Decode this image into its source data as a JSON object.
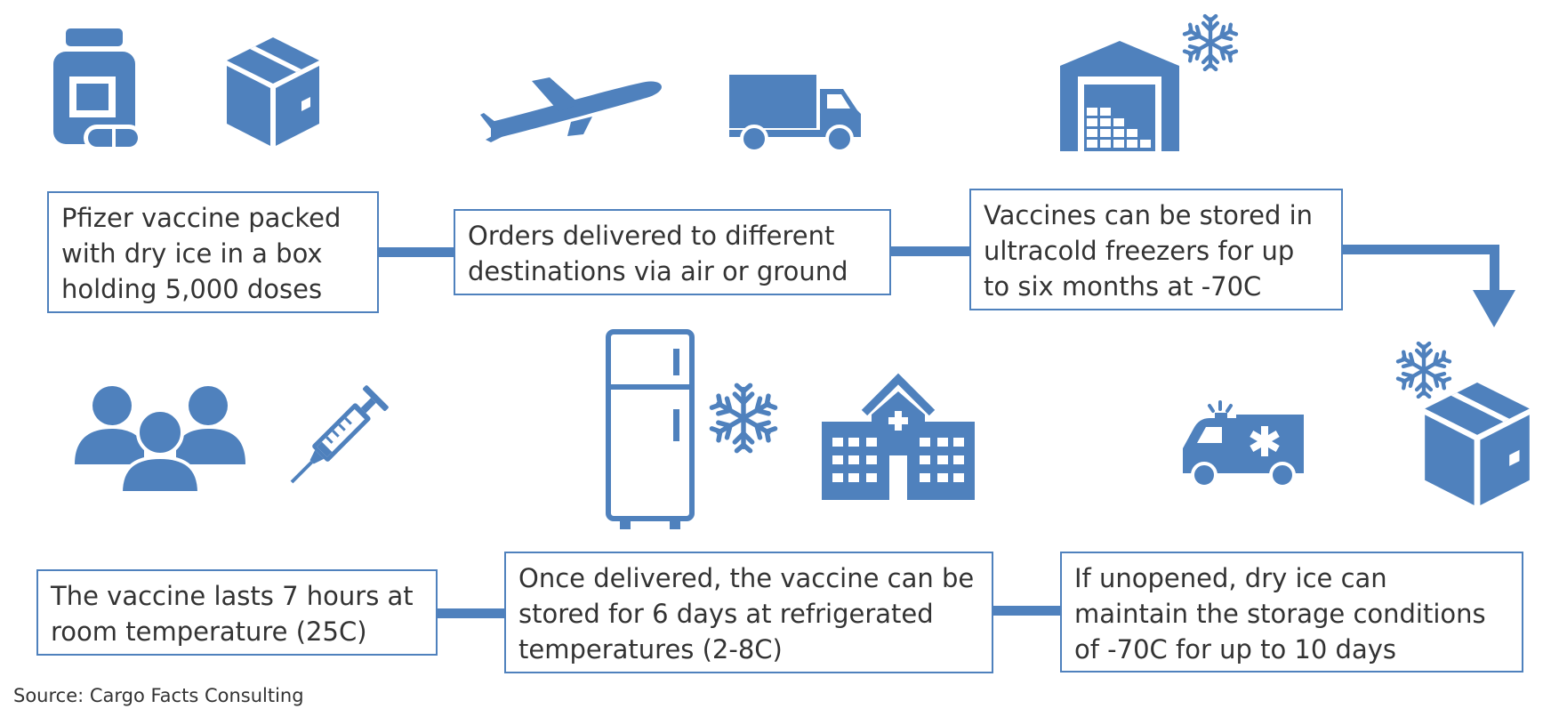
{
  "colors": {
    "accent": "#4f81bd",
    "text": "#333333",
    "background": "#ffffff"
  },
  "steps": [
    {
      "lines": [
        "Pfizer vaccine packed",
        "with dry ice in a box",
        "holding 5,000 doses"
      ],
      "icons": [
        "medicine-bottle-icon",
        "box-icon"
      ]
    },
    {
      "lines": [
        "Orders delivered to different",
        "destinations via air or ground"
      ],
      "icons": [
        "airplane-icon",
        "truck-icon"
      ]
    },
    {
      "lines": [
        "Vaccines can be stored in",
        "ultracold freezers for up",
        "to six months at -70C"
      ],
      "icons": [
        "warehouse-icon",
        "snowflake-icon"
      ]
    },
    {
      "lines": [
        "If unopened, dry ice can",
        "maintain the storage conditions",
        "of -70C for up to 10 days"
      ],
      "icons": [
        "ambulance-icon",
        "snowflake-icon",
        "box-icon"
      ]
    },
    {
      "lines": [
        "Once delivered, the vaccine can be",
        "stored for 6 days at refrigerated",
        "temperatures (2-8C)"
      ],
      "icons": [
        "refrigerator-icon",
        "snowflake-icon",
        "hospital-icon"
      ]
    },
    {
      "lines": [
        "The vaccine lasts 7 hours at",
        "room temperature (25C)"
      ],
      "icons": [
        "people-group-icon",
        "syringe-icon"
      ]
    }
  ],
  "source": "Source: Cargo Facts Consulting"
}
